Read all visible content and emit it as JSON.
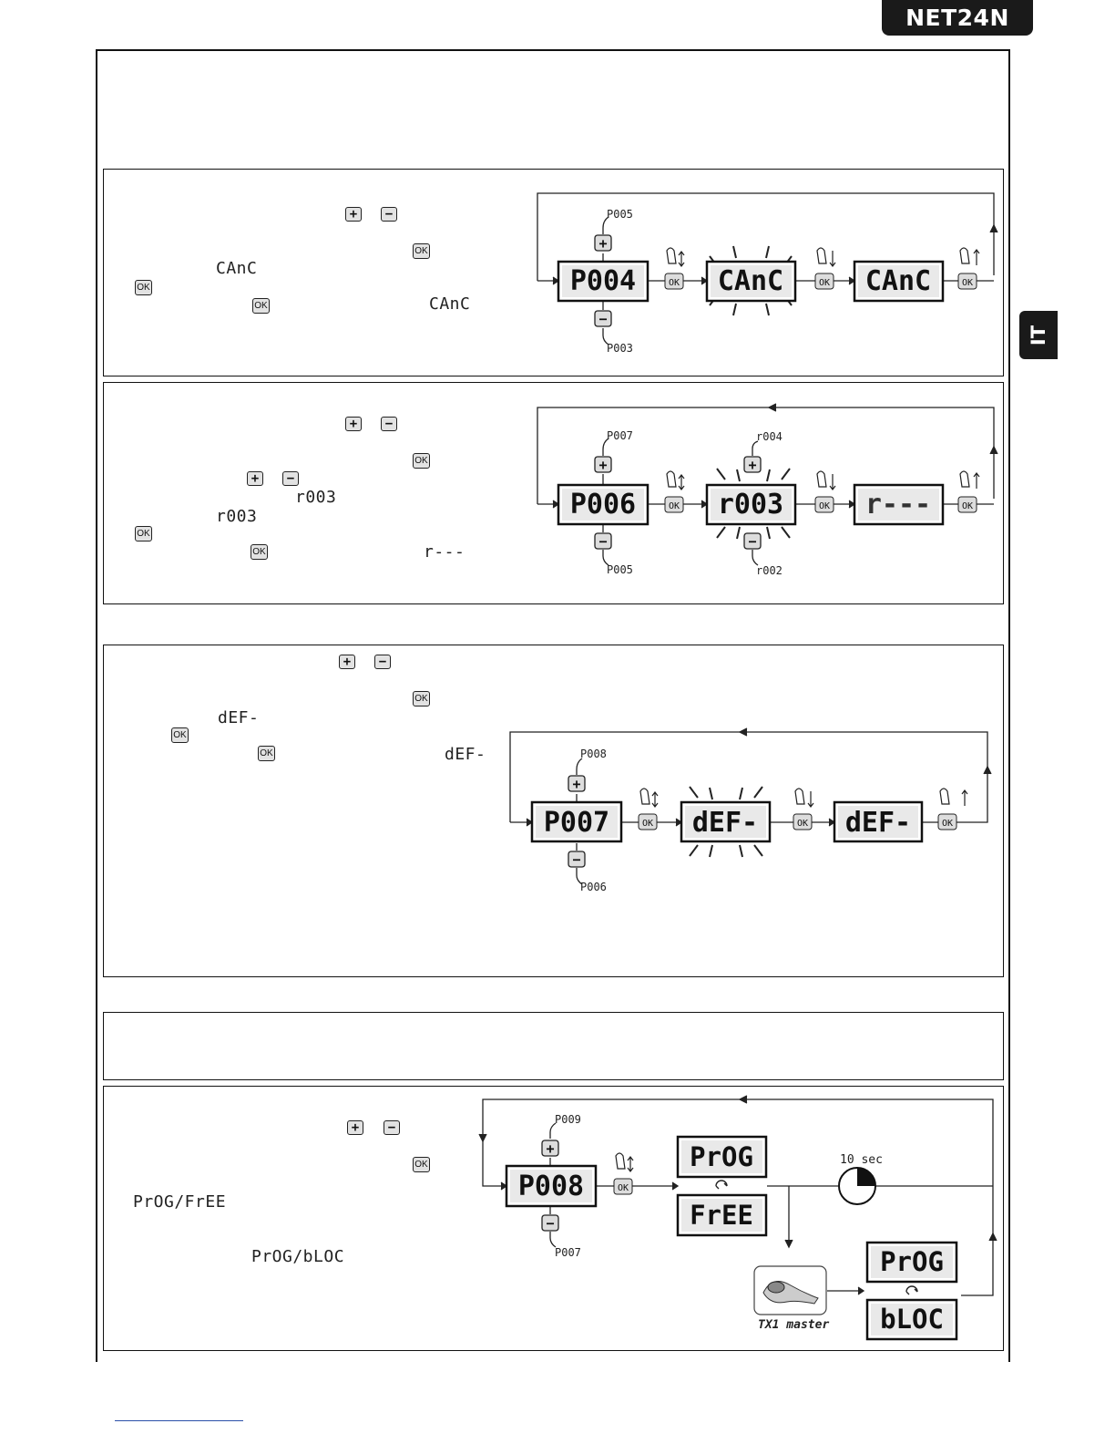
{
  "header": {
    "brand": "NET24N",
    "lang_tab": "IT"
  },
  "buttons": {
    "plus": "+",
    "minus": "−",
    "ok": "OK"
  },
  "section1": {
    "codes": {
      "inline1": "CAnC",
      "inline2": "CAnC"
    },
    "diagram": {
      "up_label": "P005",
      "down_label": "P003",
      "displays": [
        "P004",
        "CAnC",
        "CAnC"
      ],
      "ok": "OK"
    }
  },
  "section2": {
    "codes": {
      "inline1": "r003",
      "inline2": "r003",
      "inline3": "r---"
    },
    "diagram": {
      "up_label": "P007",
      "down_label": "P005",
      "blink_up": "r004",
      "blink_down": "r002",
      "displays": [
        "P006",
        "r003",
        "r---"
      ],
      "ok": "OK"
    }
  },
  "section3": {
    "codes": {
      "inline1": "dEF-",
      "inline2": "dEF-"
    },
    "diagram": {
      "up_label": "P008",
      "down_label": "P006",
      "displays": [
        "P007",
        "dEF-",
        "dEF-"
      ],
      "ok": "OK"
    }
  },
  "section5": {
    "codes": {
      "inline1": "PrOG/FrEE",
      "inline2": "PrOG/bLOC"
    },
    "diagram": {
      "up_label": "P009",
      "down_label": "P007",
      "display_main": "P008",
      "display_free": [
        "PrOG",
        "FrEE"
      ],
      "display_bloc": [
        "PrOG",
        "bLOC"
      ],
      "timer_label": "10 sec",
      "remote_label": "TX1 master",
      "ok": "OK"
    }
  }
}
